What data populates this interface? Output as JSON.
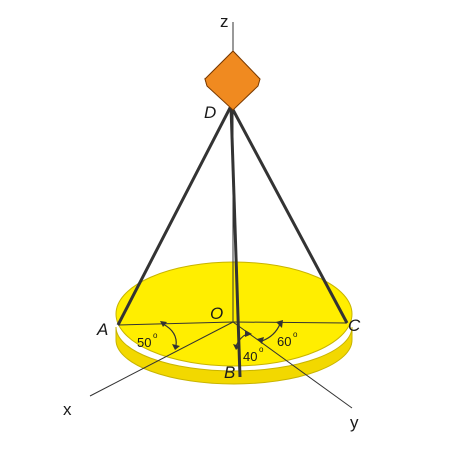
{
  "axes": {
    "x": "x",
    "y": "y",
    "z": "z"
  },
  "points": {
    "A": "A",
    "B": "B",
    "C": "C",
    "D": "D",
    "O": "O"
  },
  "angles": {
    "at_A": "50",
    "at_B": "40",
    "at_C": "60",
    "degree_mark": "o"
  },
  "colors": {
    "disk_fill": "#FFEE00",
    "disk_side": "#F2D800",
    "disk_edge": "#C8B400",
    "block_top": "#F7A03A",
    "block_left": "#E8801A",
    "block_right": "#B85A0C",
    "cable": "#333333",
    "line": "#333333"
  }
}
